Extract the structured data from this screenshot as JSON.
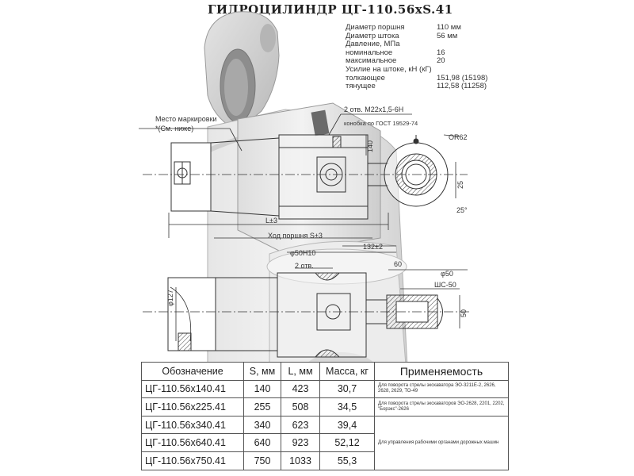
{
  "title": "ГИДРОЦИЛИНДР ЦГ-110.56хS.41",
  "specs": [
    {
      "label": "Диаметр поршня",
      "value": "110 мм"
    },
    {
      "label": "Диаметр штока",
      "value": "56 мм"
    },
    {
      "label": "Давление, МПа",
      "value": ""
    },
    {
      "label": "номинальное",
      "value": "16"
    },
    {
      "label": "максимальное",
      "value": "20"
    },
    {
      "label": "Усилие на штоке, кН (кГ)",
      "value": ""
    },
    {
      "label": "толкающее",
      "value": "151,98 (15198)"
    },
    {
      "label": "тянущее",
      "value": "112,58 (11258)"
    }
  ],
  "annotations": {
    "marking_place": "Место маркировки",
    "see_below": "*(См. ниже)",
    "port_thread": "2 отв. М22х1,5-6Н",
    "port_std": "конобка по ГОСТ 19529-74",
    "r62": "ОR62",
    "dim_140": "140",
    "dim_25": "25",
    "angle_25": "25°",
    "l_s": "L±3",
    "stroke": "Ход поршня S±3",
    "d50h10": "φ50Н10",
    "dim_132": "132±2",
    "two_holes": "2 отв.",
    "dim_60": "60",
    "d50": "φ50",
    "shs50": "ШС-50",
    "d127": "φ127",
    "dim_50": "50"
  },
  "table": {
    "headers": [
      "Обозначение",
      "S, мм",
      "L, мм",
      "Масса, кг",
      "Применяемость"
    ],
    "rows": [
      {
        "designation": "ЦГ-110.56х140.41",
        "s": "140",
        "l": "423",
        "mass": "30,7"
      },
      {
        "designation": "ЦГ-110.56х225.41",
        "s": "255",
        "l": "508",
        "mass": "34,5"
      },
      {
        "designation": "ЦГ-110.56х340.41",
        "s": "340",
        "l": "623",
        "mass": "39,4"
      },
      {
        "designation": "ЦГ-110.56х640.41",
        "s": "640",
        "l": "923",
        "mass": "52,12"
      },
      {
        "designation": "ЦГ-110.56х750.41",
        "s": "750",
        "l": "1033",
        "mass": "55,3"
      }
    ],
    "applicability": [
      "Для поворота стрелы экскаватора ЭО-3211Е-2, 2626, 2628, 2629, ТО-49",
      "Для поворота стрелы экскаваторов ЭО-2628, 2201, 2202, \"Борэкс\"-2626",
      "Для управления рабочими органами дорожных машин"
    ]
  }
}
